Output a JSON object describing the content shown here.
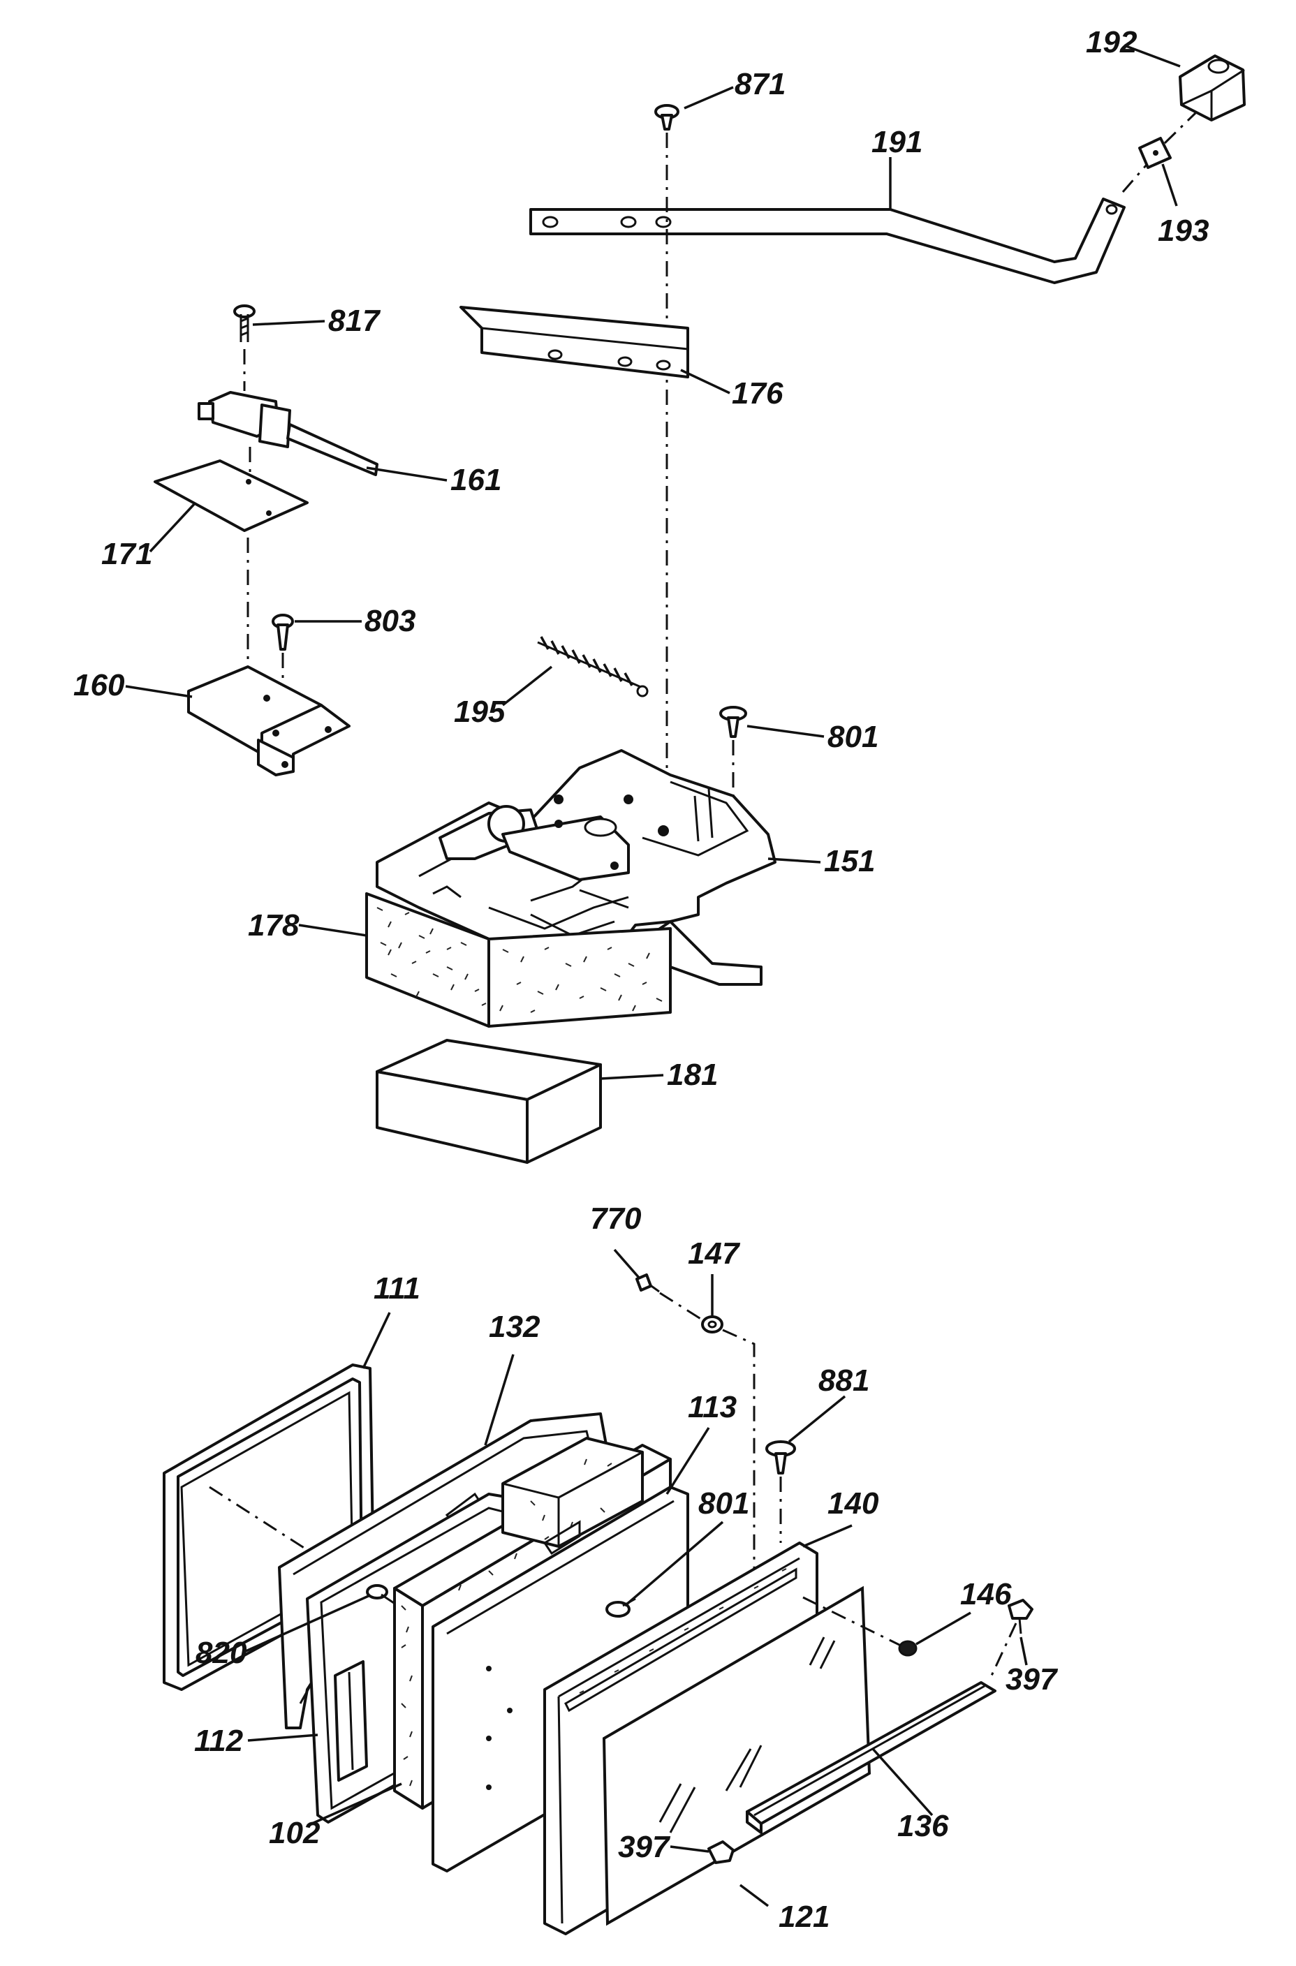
{
  "callouts": {
    "c192": "192",
    "c871": "871",
    "c191": "191",
    "c193": "193",
    "c817": "817",
    "c176": "176",
    "c161": "161",
    "c171": "171",
    "c803": "803",
    "c160": "160",
    "c195": "195",
    "c801a": "801",
    "c151": "151",
    "c178": "178",
    "c181": "181",
    "c770": "770",
    "c147": "147",
    "c111": "111",
    "c132": "132",
    "c881": "881",
    "c113": "113",
    "c801b": "801",
    "c140": "140",
    "c820": "820",
    "c146": "146",
    "c397a": "397",
    "c112": "112",
    "c102": "102",
    "c397b": "397",
    "c136": "136",
    "c121": "121"
  }
}
